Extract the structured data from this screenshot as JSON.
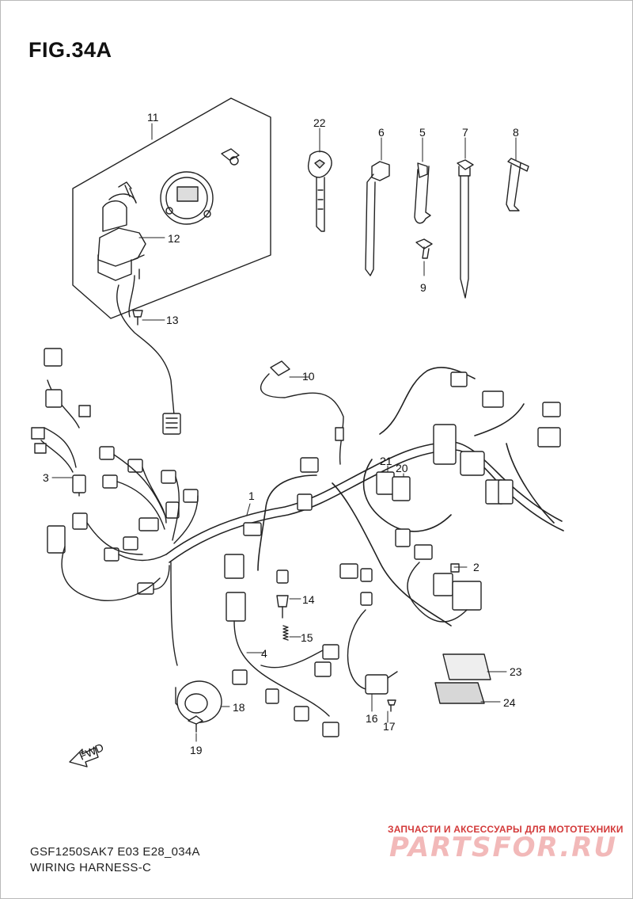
{
  "figure": {
    "title": "FIG.34A"
  },
  "callouts": [
    {
      "id": "1",
      "label": "1"
    },
    {
      "id": "2",
      "label": "2"
    },
    {
      "id": "3",
      "label": "3"
    },
    {
      "id": "4",
      "label": "4"
    },
    {
      "id": "5",
      "label": "5"
    },
    {
      "id": "6",
      "label": "6"
    },
    {
      "id": "7",
      "label": "7"
    },
    {
      "id": "8",
      "label": "8"
    },
    {
      "id": "9",
      "label": "9"
    },
    {
      "id": "10",
      "label": "10"
    },
    {
      "id": "11",
      "label": "11"
    },
    {
      "id": "12",
      "label": "12"
    },
    {
      "id": "13",
      "label": "13"
    },
    {
      "id": "14",
      "label": "14"
    },
    {
      "id": "15",
      "label": "15"
    },
    {
      "id": "16",
      "label": "16"
    },
    {
      "id": "17",
      "label": "17"
    },
    {
      "id": "18",
      "label": "18"
    },
    {
      "id": "19",
      "label": "19"
    },
    {
      "id": "20",
      "label": "20"
    },
    {
      "id": "21",
      "label": "21"
    },
    {
      "id": "22",
      "label": "22"
    },
    {
      "id": "23",
      "label": "23"
    },
    {
      "id": "24",
      "label": "24"
    }
  ],
  "direction_arrow": {
    "label": "FWD"
  },
  "footer": {
    "model_code": "GSF1250SAK7 E03 E28_034A",
    "section_name": "WIRING HARNESS-C"
  },
  "watermark": {
    "tagline": "ЗАПЧАСТИ И АКСЕССУАРЫ ДЛЯ МОТОТЕХНИКИ",
    "brand": "PARTSFOR.RU"
  }
}
